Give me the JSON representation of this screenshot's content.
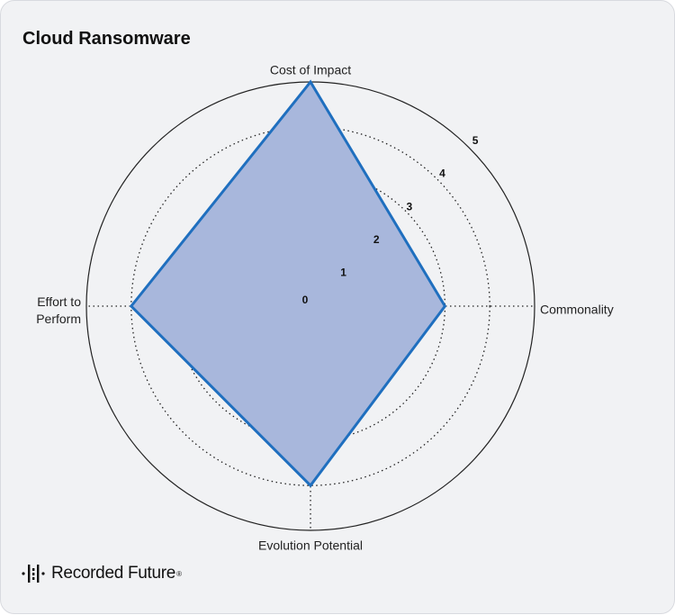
{
  "chart_data": {
    "type": "radar",
    "title": "Cloud Ransomware",
    "axes": [
      "Cost of Impact",
      "Commonality",
      "Evolution Potential",
      "Effort to Perform"
    ],
    "axis_label_lines": [
      [
        "Cost of Impact"
      ],
      [
        "Commonality"
      ],
      [
        "Evolution Potential"
      ],
      [
        "Effort to",
        "Perform"
      ]
    ],
    "series": [
      {
        "name": "Cloud Ransomware",
        "values": [
          5,
          3,
          4,
          4
        ]
      }
    ],
    "rlim": [
      0,
      5
    ],
    "rticks": [
      "0",
      "1",
      "2",
      "3",
      "4",
      "5"
    ],
    "colors": {
      "fill": "#a8b7dc",
      "stroke": "#1f6fbf",
      "grid": "#222222"
    }
  },
  "brand": {
    "name": "Recorded Future",
    "mark": "®"
  }
}
